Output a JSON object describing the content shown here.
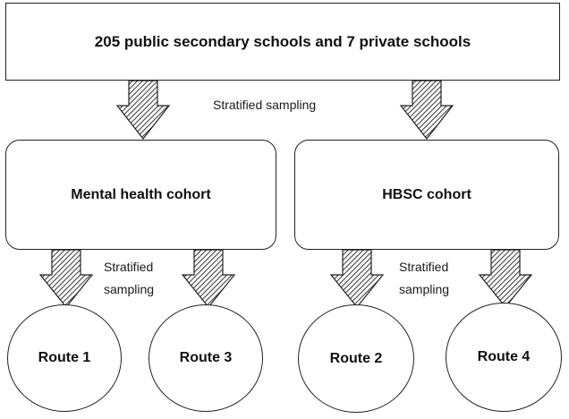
{
  "top_box": {
    "text": "205 public secondary schools and 7 private schools"
  },
  "labels": {
    "top_sampling": "Stratified sampling",
    "left_sampling_line1": "Stratified",
    "left_sampling_line2": "sampling",
    "right_sampling_line1": "Stratified",
    "right_sampling_line2": "sampling"
  },
  "cohorts": {
    "left": "Mental health cohort",
    "right": "HBSC cohort"
  },
  "routes": {
    "r1": "Route 1",
    "r3": "Route 3",
    "r2": "Route 2",
    "r4": "Route 4"
  },
  "colors": {
    "outline": "#222222",
    "arrow_hatch": "#555555",
    "background": "#ffffff"
  }
}
